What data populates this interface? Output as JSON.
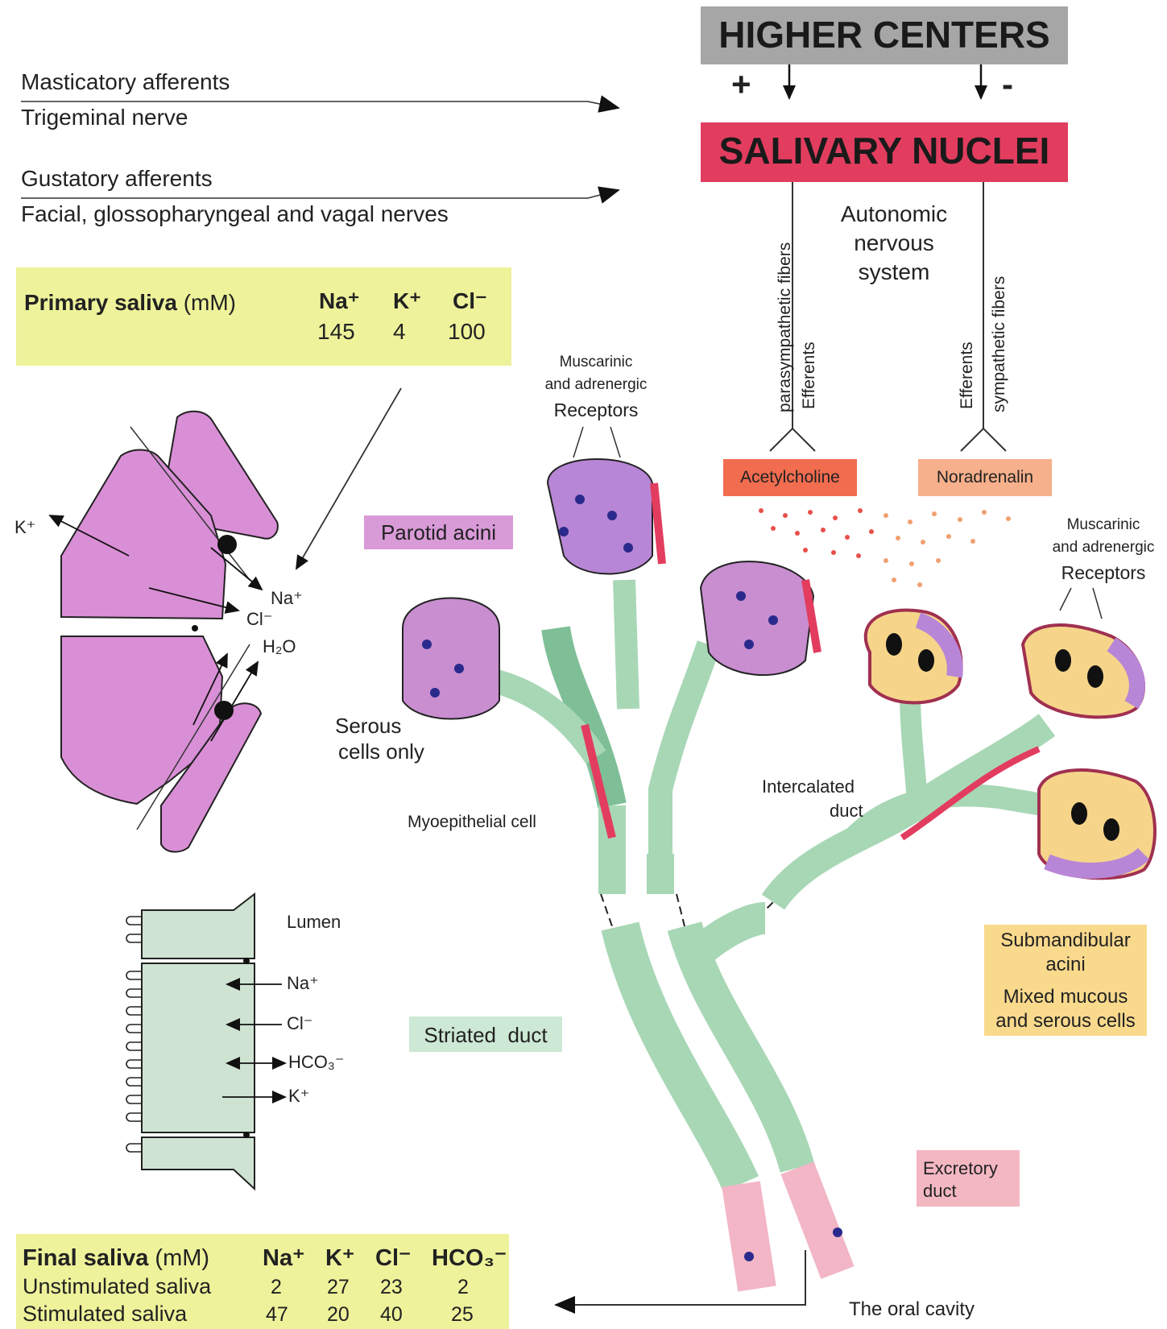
{
  "higher_centers": {
    "label": "HIGHER CENTERS",
    "plus": "+",
    "minus": "-",
    "color": "#a6a6a6"
  },
  "salivary_nuclei": {
    "label": "SALIVARY NUCLEI",
    "color": "#e23d5f"
  },
  "afferents": {
    "masticatory": "Masticatory afferents",
    "trigeminal": "Trigeminal nerve",
    "gustatory": "Gustatory afferents",
    "cranial": "Facial, glossopharyngeal and vagal nerves"
  },
  "autonomic": {
    "line1": "Autonomic",
    "line2": "nervous",
    "line3": "system",
    "parasympathetic": "parasympathetic fibers",
    "efferents_left": "Efferents",
    "efferents_right": "Efferents",
    "sympathetic": "sympathetic fibers"
  },
  "transmitters": {
    "acetylcholine": "Acetylcholine",
    "acetylcholine_color": "#f26c4f",
    "noradrenalin": "Noradrenalin",
    "noradrenalin_color": "#f6b08b"
  },
  "primary_saliva": {
    "title": "Primary saliva",
    "unit": "(mM)",
    "headers": [
      "Na⁺",
      "K⁺",
      "Cl⁻"
    ],
    "values": [
      "145",
      "4",
      "100"
    ],
    "color": "#eef29a"
  },
  "acinar_cell": {
    "k": "K⁺",
    "na": "Na⁺",
    "cl": "Cl⁻",
    "h2o": "H₂O"
  },
  "duct_cell": {
    "lumen": "Lumen",
    "na": "Na⁺",
    "cl": "Cl⁻",
    "hco3": "HCO₃⁻",
    "k": "K⁺"
  },
  "labels": {
    "receptors_left_1": "Muscarinic",
    "receptors_left_2": "and adrenergic",
    "receptors_left_3": "Receptors",
    "receptors_right_1": "Muscarinic",
    "receptors_right_2": "and adrenergic",
    "receptors_right_3": "Receptors",
    "parotid_acini": "Parotid acini",
    "serous_1": "Serous",
    "serous_2": "cells only",
    "myoepithelial": "Myoepithelial cell",
    "intercalated_1": "Intercalated",
    "intercalated_2": "duct",
    "striated": "Striated  duct",
    "submandibular_1": "Submandibular",
    "submandibular_2": "acini",
    "mixed_1": "Mixed mucous",
    "mixed_2": "and serous cells",
    "excretory_1": "Excretory",
    "excretory_2": "duct",
    "oral_cavity": "The oral cavity"
  },
  "label_colors": {
    "parotid": "#d99ad8",
    "striated": "#cde8d4",
    "submandibular": "#f9d98c",
    "excretory": "#f3b7c2"
  },
  "final_saliva": {
    "title": "Final saliva",
    "unit": "(mM)",
    "headers": [
      "Na⁺",
      "K⁺",
      "Cl⁻",
      "HCO₃⁻"
    ],
    "rows": [
      {
        "label": "Unstimulated saliva",
        "values": [
          "2",
          "27",
          "23",
          "2"
        ]
      },
      {
        "label": "Stimulated saliva",
        "values": [
          "47",
          "20",
          "40",
          "25"
        ]
      }
    ],
    "color": "#eef29a"
  }
}
